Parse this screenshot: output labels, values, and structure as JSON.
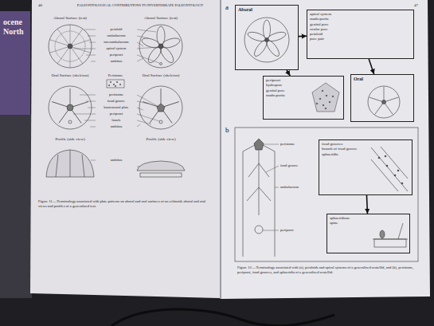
{
  "diagram": {
    "nodes": [
      {
        "text": [
          "Aboral"
        ]
      },
      {
        "text": [
          "apical system",
          "madreporite",
          "genital pore",
          "ocular pore",
          "petaloid",
          "pore pair"
        ]
      },
      {
        "text": [
          "periproct",
          "hydropore",
          "genital pore",
          "madreporite"
        ]
      },
      {
        "text": [
          "Oral"
        ]
      },
      {
        "text": [
          "food grooves",
          "branch of food groove",
          "sphaeridia"
        ]
      },
      {
        "text": [
          "sphaeridium",
          "spine"
        ]
      }
    ],
    "edges": [
      {
        "from": 0,
        "to": 1,
        "arrow": "to"
      },
      {
        "from": 0,
        "to": 2,
        "arrow": "to"
      },
      {
        "from": 1,
        "to": 3,
        "arrow": "to"
      },
      {
        "from": 4,
        "to": 5,
        "arrow": "to"
      }
    ],
    "labels": [
      "ocene",
      "North",
      "46",
      "PALEONTOLOGICAL CONTRIBUTIONS TO INVERTEBRATE PALEONTOLOGY",
      "47",
      "Aboral Surface (test)",
      "Aboral Surface (test)",
      "petaloid",
      "ambulacrum",
      "interambulacrum",
      "apical system",
      "periproct",
      "ambitus",
      "Oral Surface (skeleton)",
      "Peristome",
      "Oral Surface (skeleton)",
      "peristome",
      "food groove",
      "basicoronal plate",
      "periproct",
      "lunule",
      "ambitus",
      "Profile (side view)",
      "Profile (side view)",
      "ambitus",
      "Figure 11.—Terminology associated with plate patterns on aboral and oral surfaces of an echinoid; aboral and oral views and profiles of a generalized test.",
      "a",
      "b",
      "peristome",
      "food groove",
      "ambulacrum",
      "periproct",
      "Figure 12.—Terminology associated with (a), petaloids and apical systems of a generalized scutellid, and (b), peristome, periproct, food grooves, and sphaeridia of a generalized scutellid."
    ]
  }
}
